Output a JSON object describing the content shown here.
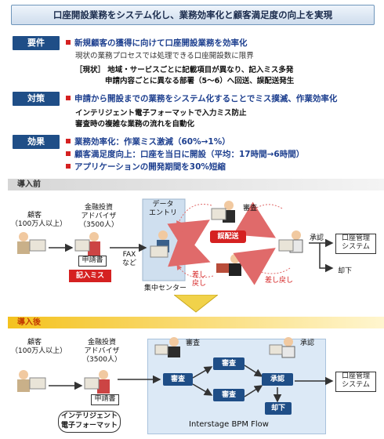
{
  "title": "口座開設業務をシステム化し、業務効率化と顧客満足度の向上を実現",
  "sections": {
    "requirement": {
      "label": "要件",
      "lines": [
        "新規顧客の獲得に向けて口座開設業務を効率化",
        "現状の業務プロセスでは処理できる口座開設数に限界",
        "［現状］ 地域・サービスごとに記載項目が異なり、記入ミス多発",
        "申請内容ごとに異なる部署（5〜6）へ回送、誤配送発生"
      ]
    },
    "measure": {
      "label": "対策",
      "lines": [
        "申請から開設までの業務をシステム化することでミス撲滅、作業効率化",
        "インテリジェント電子フォーマットで入力ミス防止",
        "審査時の複雑な業務の流れを自動化"
      ]
    },
    "effect": {
      "label": "効果",
      "lines": [
        "業務効率化：作業ミス激減（60%→1%）",
        "顧客満足度向上：口座を当日に開設（平均：17時間→6時間）",
        "アプリケーションの開発期間を30%短縮"
      ]
    }
  },
  "before": {
    "header": "導入前",
    "customer": [
      "顧客",
      "（100万人以上）"
    ],
    "advisor": [
      "金融投資",
      "アドバイザ",
      "（3500人）"
    ],
    "application": "申請書",
    "entry_error": "記入ミス",
    "fax": [
      "FAX",
      "など"
    ],
    "data_entry": [
      "データ",
      "エントリ"
    ],
    "center": "集中センター",
    "review": "審査",
    "misdelivery": "誤配送",
    "return1": [
      "差し",
      "戻し"
    ],
    "return2": "差し戻し",
    "approval": "承認",
    "system": [
      "口座管理",
      "システム"
    ],
    "reject": "却下"
  },
  "after": {
    "header": "導入後",
    "customer": [
      "顧客",
      "（100万人以上）"
    ],
    "advisor": [
      "金融投資",
      "アドバイザ",
      "（3500人）"
    ],
    "application": "申請書",
    "format": [
      "インテリジェント",
      "電子フォーマット"
    ],
    "review_label": "審査",
    "approval_label": "承認",
    "review_nodes": [
      "審査",
      "審査",
      "審査"
    ],
    "approve_node": "承認",
    "reject_node": "却下",
    "system": [
      "口座管理",
      "システム"
    ],
    "flow_name": "Interstage BPM Flow"
  },
  "colors": {
    "accent": "#1f4e87",
    "bullet": "#d52121",
    "highlight": "#f4c21e",
    "flow_bg": "#dce9f6"
  }
}
